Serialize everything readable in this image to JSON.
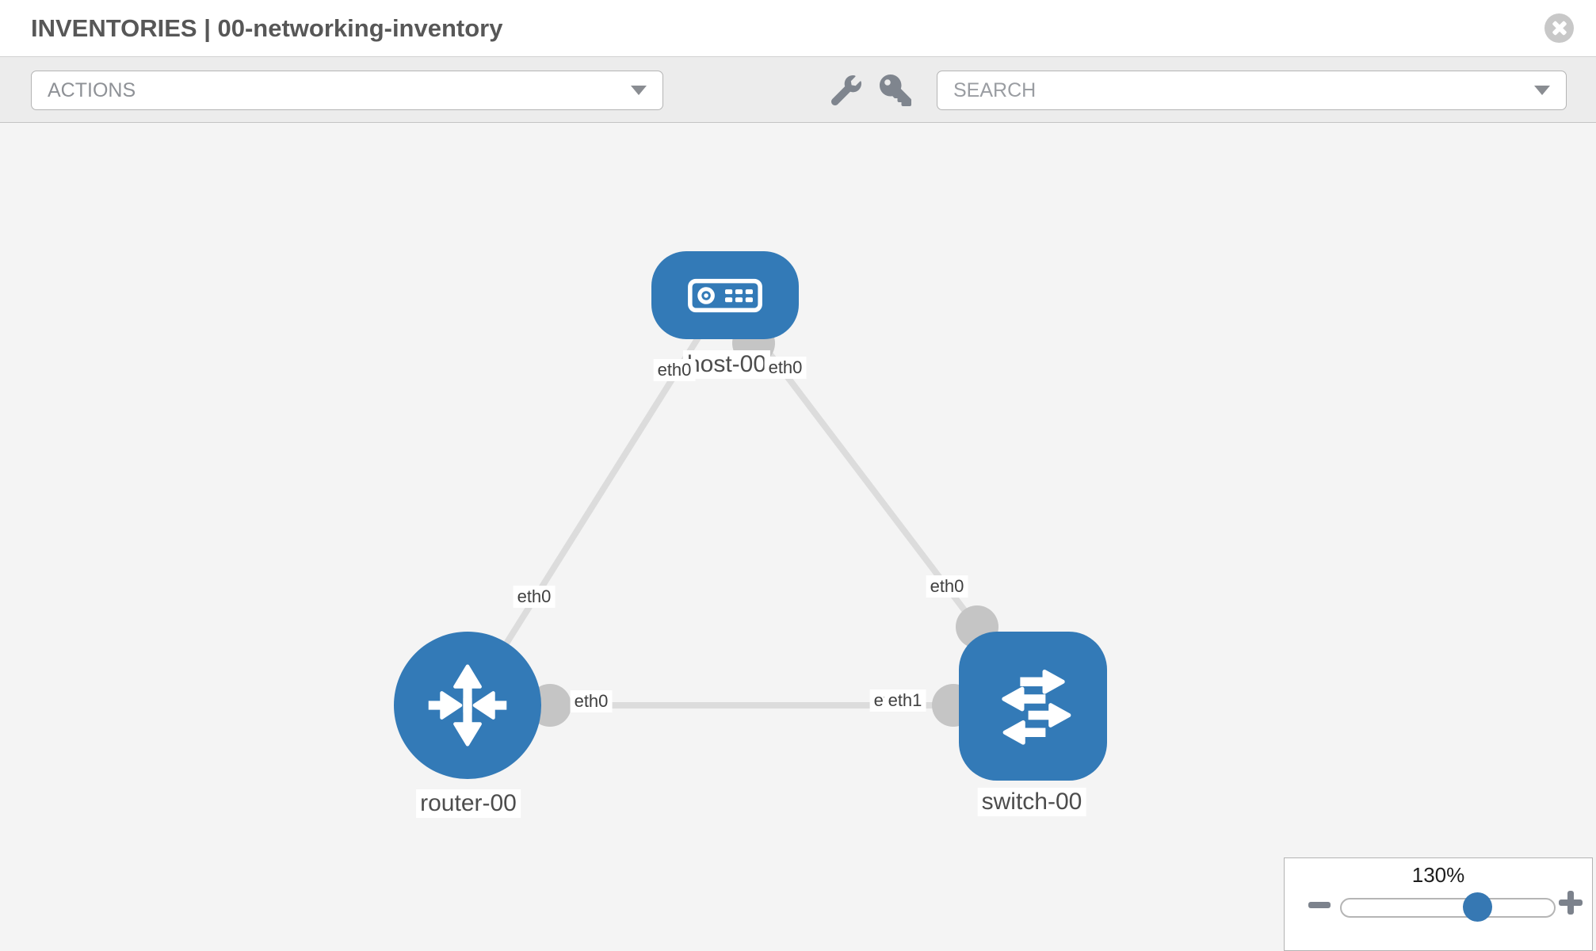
{
  "header": {
    "title": "INVENTORIES | 00-networking-inventory"
  },
  "toolbar": {
    "actions_label": "ACTIONS",
    "search_placeholder": "SEARCH"
  },
  "icons": {
    "close": "close-icon",
    "wrench": "wrench-icon",
    "key": "key-icon",
    "zoom_out": "minus-icon",
    "zoom_in": "plus-icon",
    "dropdown_caret": "chevron-down-icon"
  },
  "topology": {
    "nodes": {
      "host": {
        "label": "host-00",
        "type": "host"
      },
      "router": {
        "label": "router-00",
        "type": "router"
      },
      "switch": {
        "label": "switch-00",
        "type": "switch"
      }
    },
    "links": [
      {
        "source": "host-00",
        "target": "router-00",
        "source_interface": "eth0",
        "target_interface": "eth0"
      },
      {
        "source": "host-00",
        "target": "switch-00",
        "source_interface": "eth0",
        "target_interface": "eth0"
      },
      {
        "source": "router-00",
        "target": "switch-00",
        "source_interface": "eth0",
        "target_interface": "eth1"
      }
    ],
    "interface_labels": {
      "host_router_host_end": "eth0",
      "host_router_router_end": "eth0",
      "host_switch_host_end": "eth0",
      "host_switch_switch_end": "eth0",
      "router_switch_router_end": "eth0",
      "router_switch_switch_end_under": "eth0",
      "router_switch_switch_end_over": "eth1"
    }
  },
  "zoom_control": {
    "value": "130%"
  },
  "colors": {
    "node_blue": "#337ab7",
    "port_gray": "#c5c5c5",
    "link_gray": "#dcdcdc",
    "canvas_bg": "#f4f4f4",
    "toolbar_bg": "#ececec"
  }
}
